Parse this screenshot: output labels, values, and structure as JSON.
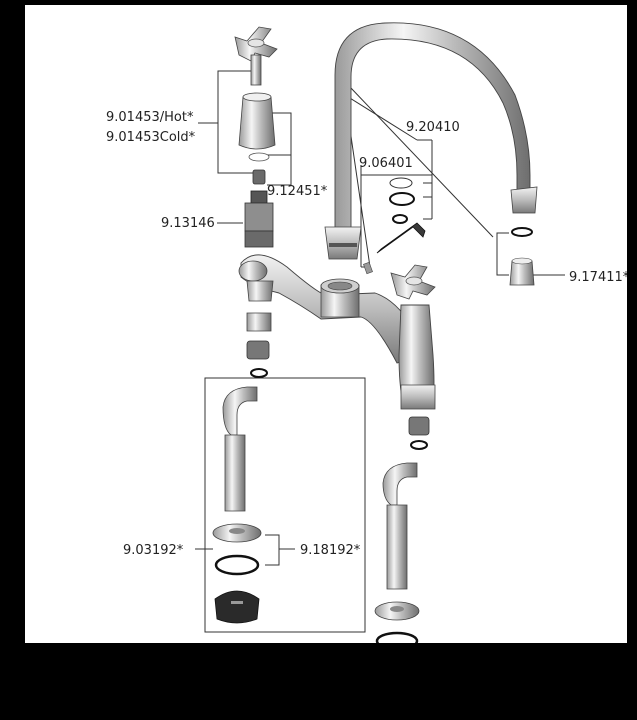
{
  "labels": {
    "hot": "9.01453/Hot*",
    "cold": "9.01453Cold*",
    "p12451": "9.12451*",
    "p13146": "9.13146",
    "p20410": "9.20410",
    "p06401": "9.06401",
    "p17411": "9.17411*",
    "p03192": "9.03192*",
    "p18192": "9.18192*"
  },
  "colors": {
    "background": "#000000",
    "paper": "#ffffff",
    "line": "#333333",
    "part_gray": "#8a8a8a",
    "part_dark": "#2a2a2a"
  }
}
